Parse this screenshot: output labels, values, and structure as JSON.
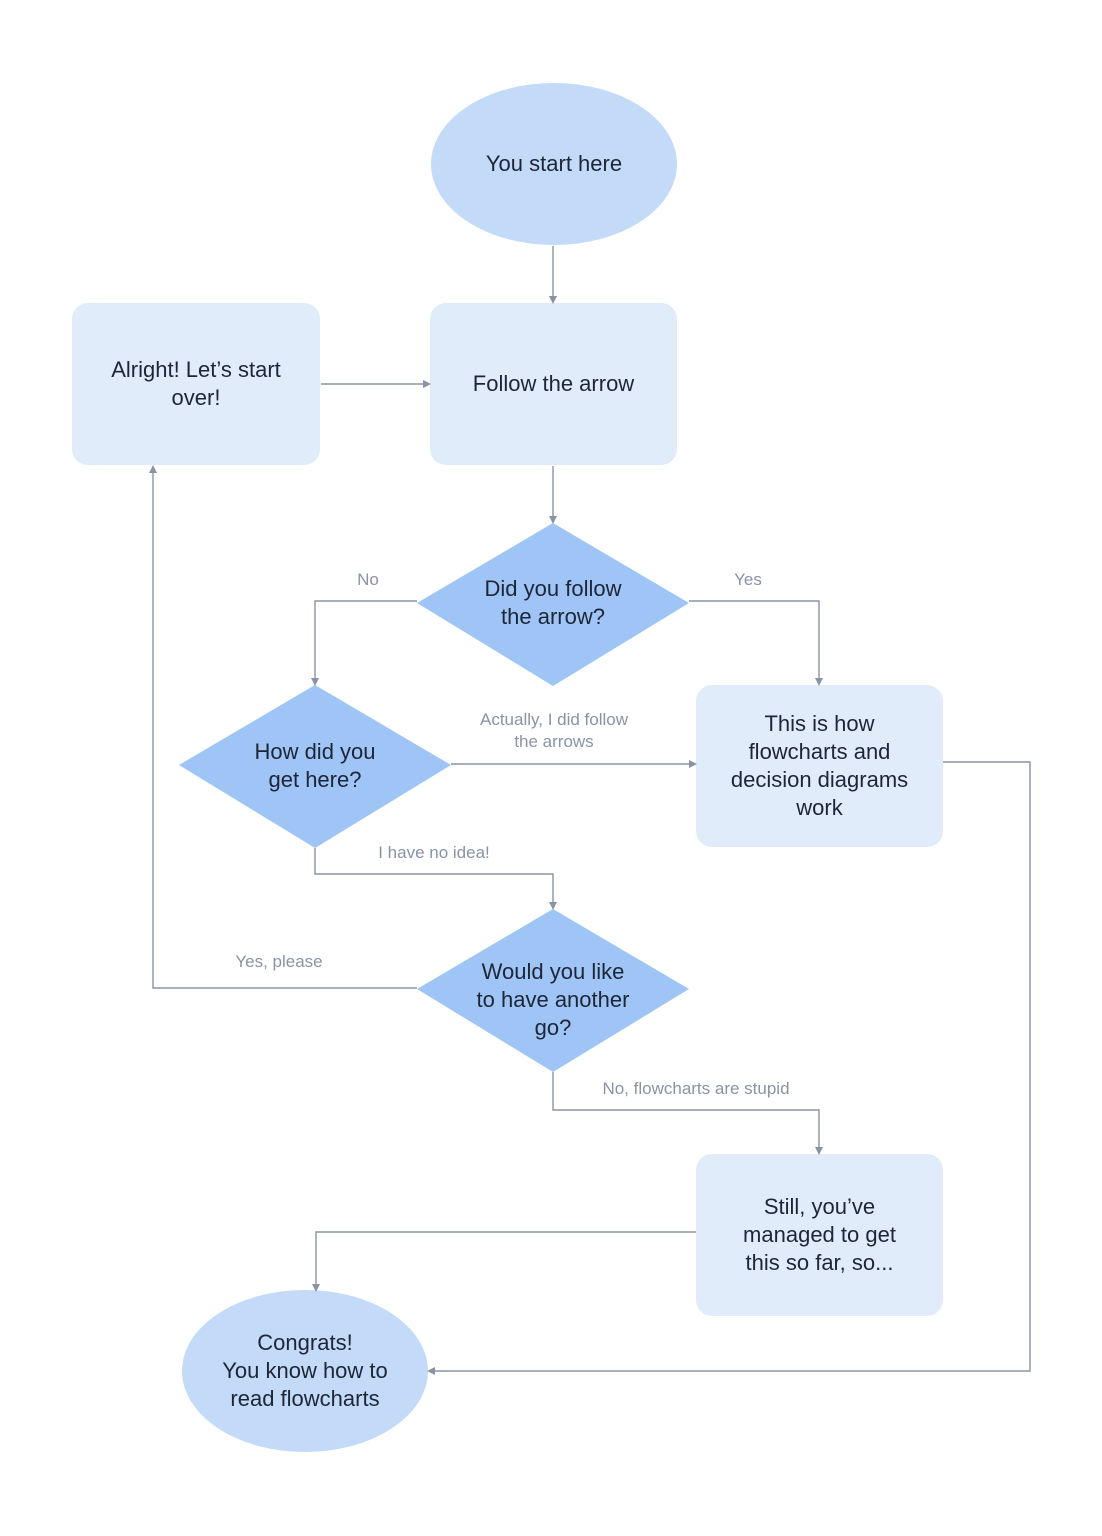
{
  "colors": {
    "ellipse_fill": "#c3dbf8",
    "box_fill": "#e1ecfb",
    "diamond_fill": "#9fc4f6",
    "connector": "#8a93a6",
    "text": "#1e2537",
    "label_text": "#8a93a6"
  },
  "nodes": {
    "start": "You start here",
    "follow": "Follow the arrow",
    "restart": "Alright! Let’s start\nover!",
    "did_follow": "Did you follow\nthe arrow?",
    "how_here": "How did you\nget here?",
    "this_is_how": "This is how\nflowcharts and\ndecision diagrams\nwork",
    "another_go": "Would you like\nto have another\ngo?",
    "still": "Still, you’ve\nmanaged to get\nthis so far, so...",
    "congrats": "Congrats!\nYou know how to\nread flowcharts"
  },
  "edge_labels": {
    "no": "No",
    "yes": "Yes",
    "actually": "Actually, I did follow\nthe arrows",
    "no_idea": "I have no idea!",
    "yes_please": "Yes, please",
    "no_stupid": "No, flowcharts are stupid"
  }
}
